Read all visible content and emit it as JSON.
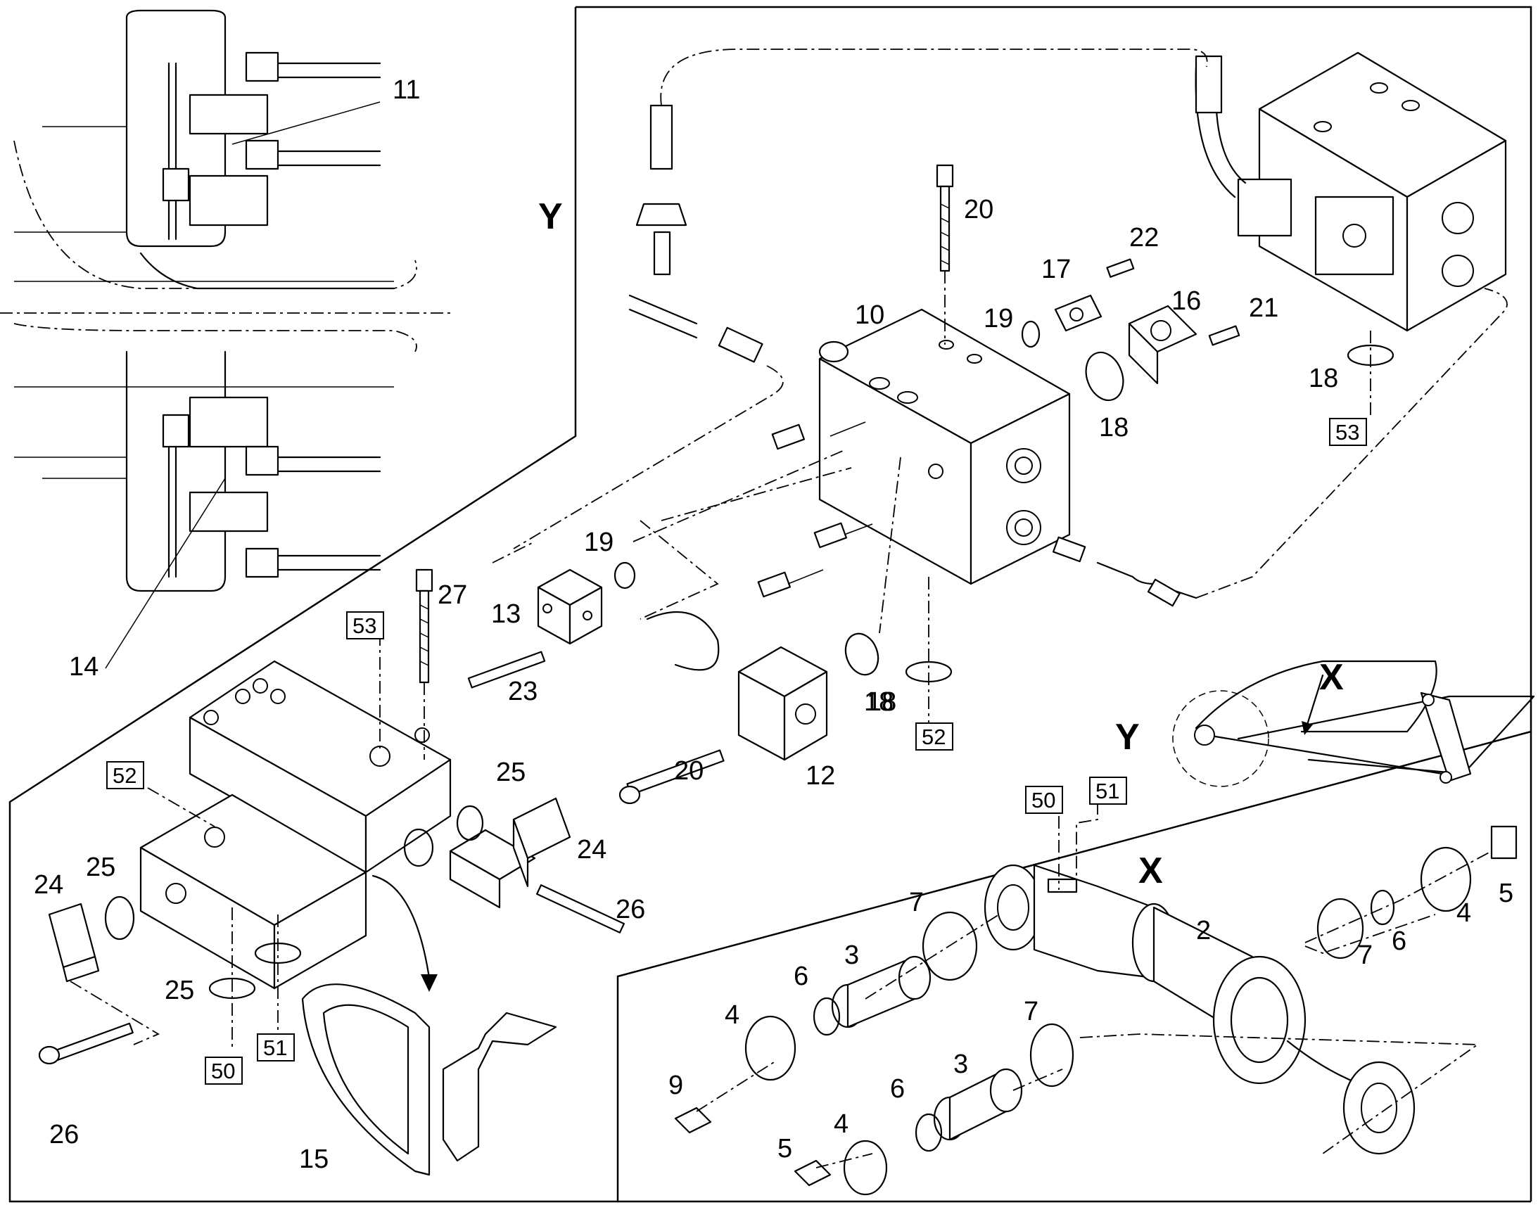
{
  "callouts": {
    "c2": "2",
    "c3a": "3",
    "c3b": "3",
    "c4a": "4",
    "c4b": "4",
    "c4c": "4",
    "c5a": "5",
    "c5b": "5",
    "c6a": "6",
    "c6b": "6",
    "c6c": "6",
    "c7a": "7",
    "c7b": "7",
    "c7c": "7",
    "c9": "9",
    "c10": "10",
    "c11": "11",
    "c12": "12",
    "c13": "13",
    "c14": "14",
    "c15": "15",
    "c16": "16",
    "c17": "17",
    "c18a": "18",
    "c18b": "18",
    "c18c": "18",
    "c18d": "18",
    "c19a": "19",
    "c19b": "19",
    "c20a": "20",
    "c20b": "20",
    "c21": "21",
    "c22": "22",
    "c23": "23",
    "c24a": "24",
    "c24b": "24",
    "c25a": "25",
    "c25b": "25",
    "c25c": "25",
    "c26a": "26",
    "c26b": "26",
    "c27": "27"
  },
  "boxes": {
    "b50a": "50",
    "b50b": "50",
    "b51a": "51",
    "b51b": "51",
    "b52a": "52",
    "b52b": "52",
    "b53a": "53",
    "b53b": "53"
  },
  "views": {
    "y1": "Y",
    "y2": "Y",
    "x1": "X",
    "x2": "X"
  },
  "icons": [
    "hydraulic-cylinder",
    "valve-block",
    "o-ring",
    "bolt",
    "flange",
    "pin",
    "washer",
    "bracket",
    "hose"
  ]
}
